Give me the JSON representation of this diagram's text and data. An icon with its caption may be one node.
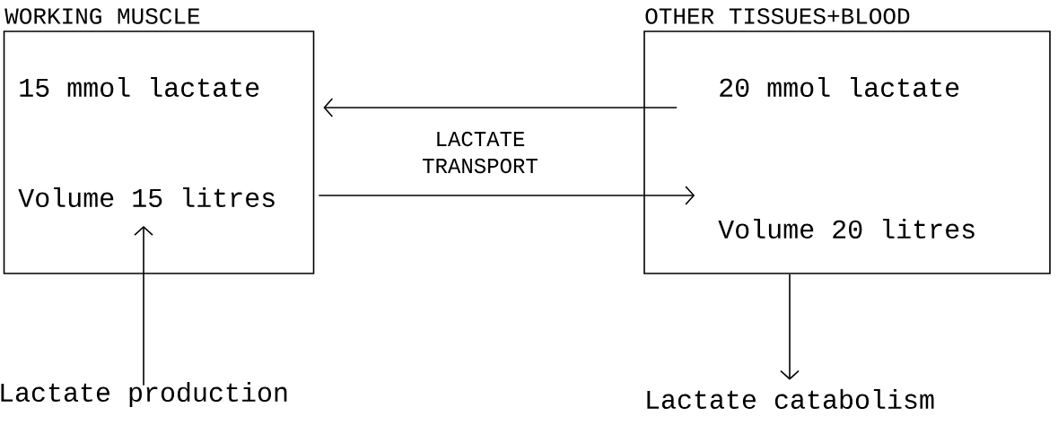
{
  "diagram": {
    "nodes": [
      {
        "text": [
          "WORKING MUSCLE",
          "15 mmol lactate",
          "Volume 15 litres"
        ]
      },
      {
        "text": [
          "OTHER TISSUES+BLOOD",
          "20 mmol lactate",
          "Volume 20 litres"
        ]
      },
      {
        "text": [
          "Lactate production"
        ]
      },
      {
        "text": [
          "Lactate catabolism"
        ]
      }
    ],
    "edges": [
      {
        "from": 1,
        "to": 0,
        "arrow": "to"
      },
      {
        "from": 0,
        "to": 1,
        "arrow": "to",
        "label": "LACTATE TRANSPORT"
      },
      {
        "from": 2,
        "to": 0,
        "arrow": "to"
      },
      {
        "from": 1,
        "to": 3,
        "arrow": "to"
      }
    ]
  }
}
